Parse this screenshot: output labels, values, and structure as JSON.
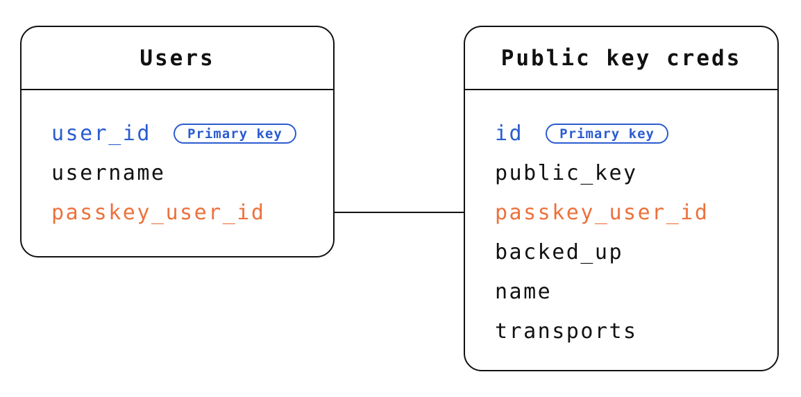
{
  "diagram": {
    "colors": {
      "blue": "#2A5CD0",
      "orange": "#ED713C",
      "black": "#111111",
      "line": "#111111",
      "background": "#ffffff"
    },
    "tables": [
      {
        "title": "Users",
        "fields": [
          {
            "name": "user_id",
            "color": "blue",
            "badge": "Primary key"
          },
          {
            "name": "username",
            "color": "black"
          },
          {
            "name": "passkey_user_id",
            "color": "orange"
          }
        ]
      },
      {
        "title": "Public key creds",
        "fields": [
          {
            "name": "id",
            "color": "blue",
            "badge": "Primary key"
          },
          {
            "name": "public_key",
            "color": "black"
          },
          {
            "name": "passkey_user_id",
            "color": "orange"
          },
          {
            "name": "backed_up",
            "color": "black"
          },
          {
            "name": "name",
            "color": "black"
          },
          {
            "name": "transports",
            "color": "black"
          }
        ]
      }
    ],
    "relationship": {
      "from_table": "Users",
      "from_field": "passkey_user_id",
      "to_table": "Public key creds",
      "to_field": "passkey_user_id"
    }
  }
}
